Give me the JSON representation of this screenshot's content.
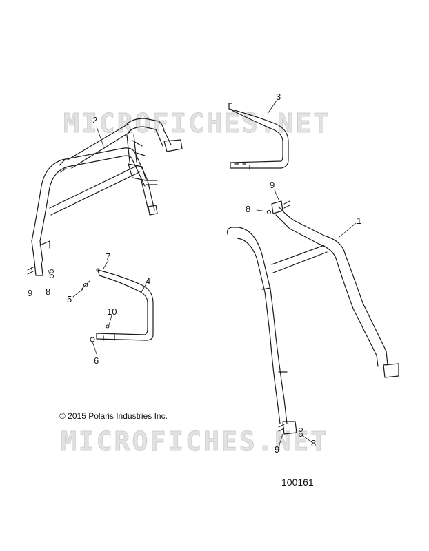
{
  "watermark": "MICROFICHES.NET",
  "copyright": "© 2015 Polaris Industries Inc.",
  "diagram_id": "100161",
  "callouts": {
    "c1": "1",
    "c2": "2",
    "c3": "3",
    "c4": "4",
    "c5": "5",
    "c6": "6",
    "c7": "7",
    "c8a": "8",
    "c8b": "8",
    "c8c": "8",
    "c9a": "9",
    "c9b": "9",
    "c9c": "9",
    "c10": "10"
  }
}
